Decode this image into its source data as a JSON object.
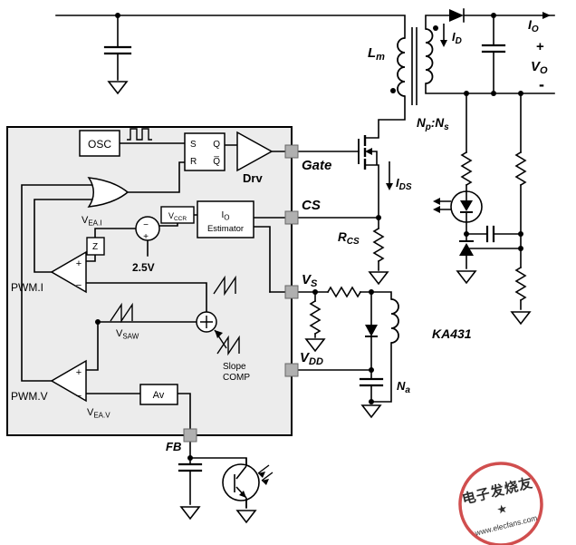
{
  "ic": {
    "osc": "OSC",
    "latch": {
      "s": "S",
      "q": "Q",
      "r": "R",
      "qbar": "Q̅"
    },
    "drv": "Drv",
    "pwm_i": "PWM.I",
    "pwm_v": "PWM.V",
    "vea_i": {
      "main": "V",
      "sub": "EA.I"
    },
    "vea_v": {
      "main": "V",
      "sub": "EA.V"
    },
    "vccr": {
      "main": "V",
      "sub": "CCR"
    },
    "z": "Z",
    "vref": "2.5V",
    "estimator": {
      "line1_main": "I",
      "line1_sub": "O",
      "line2": "Estimator"
    },
    "vsaw": {
      "main": "V",
      "sub": "SAW"
    },
    "slope": {
      "line1": "Slope",
      "line2": "COMP"
    },
    "av": "Av",
    "signs": {
      "plus": "+",
      "minus": "−"
    }
  },
  "pins": {
    "gate": "Gate",
    "cs": "CS",
    "vs": {
      "main": "V",
      "sub": "S"
    },
    "vdd": {
      "main": "V",
      "sub": "DD"
    },
    "fb": "FB"
  },
  "primary": {
    "lm": {
      "main": "L",
      "sub": "m"
    },
    "ids": {
      "main": "I",
      "sub": "DS"
    },
    "rcs": {
      "main": "R",
      "sub": "CS"
    },
    "na": {
      "main": "N",
      "sub": "a"
    },
    "np_ns": {
      "a": "N",
      "b": "p",
      "c": ":N",
      "d": "s"
    }
  },
  "secondary": {
    "id": {
      "main": "I",
      "sub": "D"
    },
    "io": {
      "main": "I",
      "sub": "O"
    },
    "vo": {
      "main": "V",
      "sub": "O"
    },
    "plus": "+",
    "minus": "-",
    "ka431": "KA431"
  },
  "stamp": {
    "line1": "电子发烧友",
    "logo": "★",
    "line2": "www.elecfans.com",
    "color": "#c62828"
  }
}
